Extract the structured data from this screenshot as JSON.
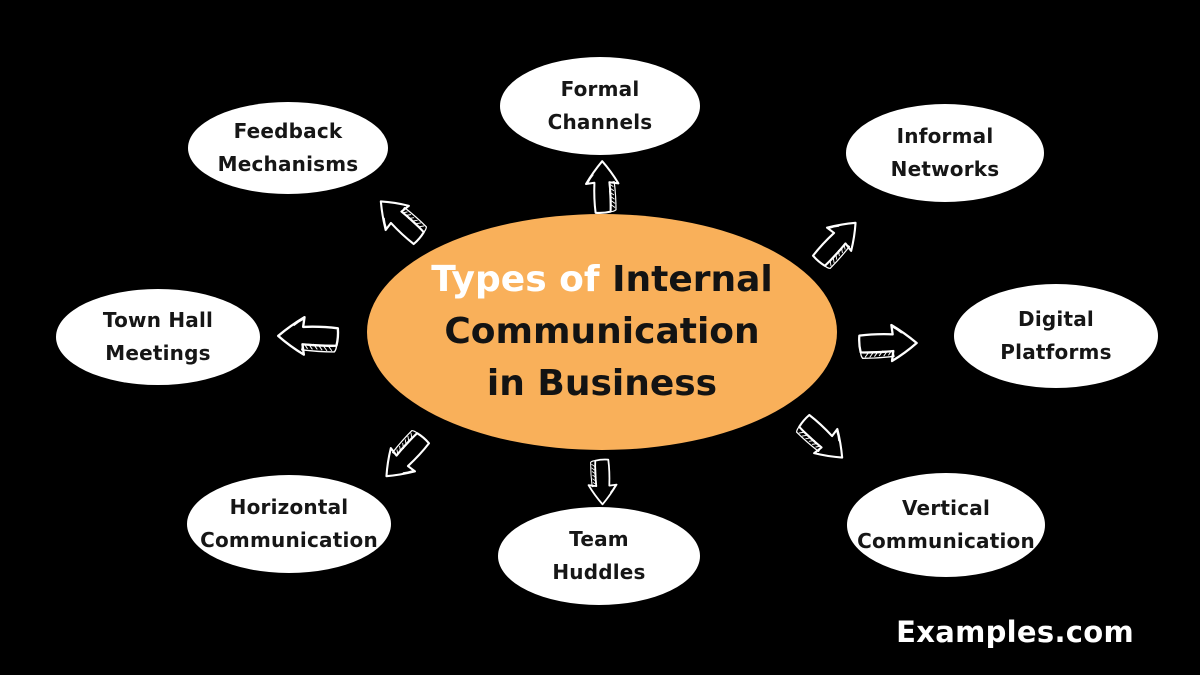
{
  "page": {
    "background_color": "#000000",
    "watermark": "Examples.com"
  },
  "center": {
    "fill_color": "#F9B05A",
    "highlight_color": "#FFFFFF",
    "text_color": "#131313",
    "line1_highlight": "Types of",
    "line1_rest": " Internal",
    "line2": "Communication",
    "line3": "in Business"
  },
  "nodes": [
    {
      "id": "formal-channels",
      "line1": "Formal",
      "line2": "Channels"
    },
    {
      "id": "informal-networks",
      "line1": "Informal",
      "line2": "Networks"
    },
    {
      "id": "digital-platforms",
      "line1": "Digital",
      "line2": "Platforms"
    },
    {
      "id": "vertical-communication",
      "line1": "Vertical",
      "line2": "Communication"
    },
    {
      "id": "team-huddles",
      "line1": "Team",
      "line2": "Huddles"
    },
    {
      "id": "horizontal-communication",
      "line1": "Horizontal",
      "line2": "Communication"
    },
    {
      "id": "town-hall-meetings",
      "line1": "Town Hall",
      "line2": "Meetings"
    },
    {
      "id": "feedback-mechanisms",
      "line1": "Feedback",
      "line2": "Mechanisms"
    }
  ],
  "arrows": [
    {
      "direction": "up"
    },
    {
      "direction": "up-right"
    },
    {
      "direction": "right"
    },
    {
      "direction": "down-right"
    },
    {
      "direction": "down"
    },
    {
      "direction": "down-left"
    },
    {
      "direction": "left"
    },
    {
      "direction": "up-left"
    }
  ]
}
